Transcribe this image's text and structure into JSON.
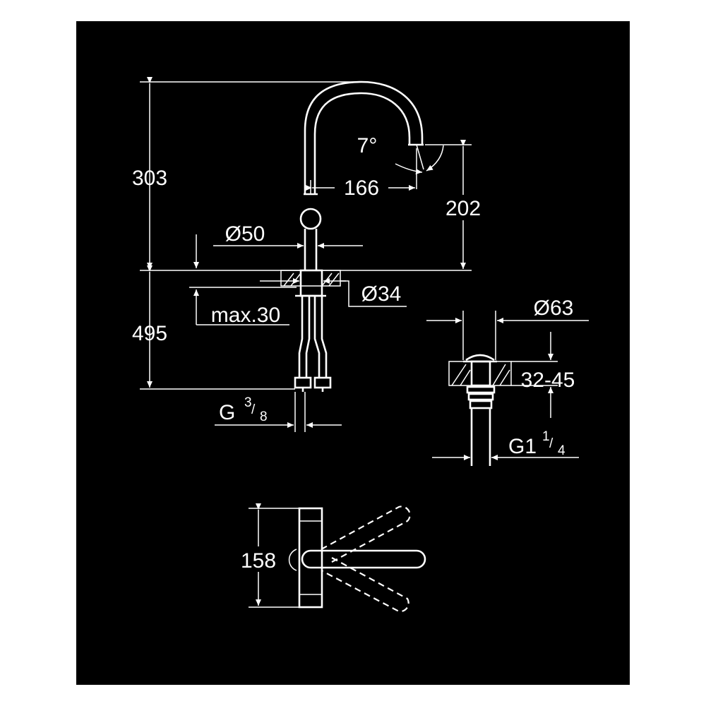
{
  "dimensions": {
    "height_above_deck": "303",
    "spout_reach": "166",
    "spout_outlet_height": "202",
    "spout_angle": "7°",
    "body_diameter": "Ø50",
    "mounting_hole_diameter": "Ø34",
    "max_deck_thickness": "max.30",
    "hose_length": "495",
    "hose_connection": {
      "base": "G",
      "num": "3",
      "den": "8"
    },
    "waste_diameter": "Ø63",
    "waste_deck_thickness": "32-45",
    "waste_connection": {
      "base": "G1",
      "num": "1",
      "den": "4"
    },
    "lever_depth": "158"
  },
  "colors": {
    "background": "#000000",
    "drawing": "#ffffff",
    "page": "#ffffff"
  }
}
